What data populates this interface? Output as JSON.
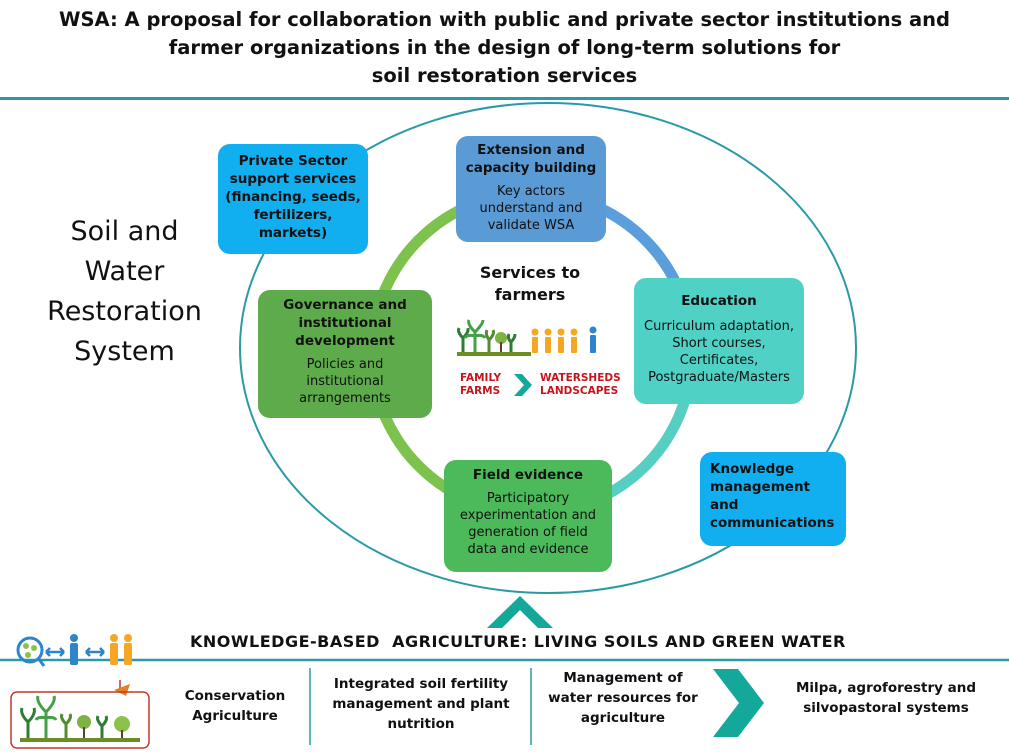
{
  "title": {
    "line1": "WSA: A proposal for collaboration with public and private sector institutions and",
    "line2": "farmer organizations in the design of long-term solutions for",
    "line3": "soil restoration services"
  },
  "system_label": {
    "line1": "Soil and",
    "line2": "Water",
    "line3": "Restoration",
    "line4": "System"
  },
  "private_sector": {
    "lines": [
      "Private Sector",
      "support services",
      "(financing, seeds,",
      "fertilizers,",
      "markets)"
    ]
  },
  "extension": {
    "heading": [
      "Extension and",
      "capacity building"
    ],
    "body": [
      "Key actors",
      "understand and",
      "validate WSA"
    ]
  },
  "education": {
    "heading": "Education",
    "body": [
      "Curriculum adaptation,",
      "Short courses,",
      "Certificates,",
      "Postgraduate/Masters"
    ]
  },
  "governance": {
    "heading": [
      "Governance and",
      "institutional",
      "development"
    ],
    "body": [
      "Policies and",
      "institutional",
      "arrangements"
    ]
  },
  "field_evidence": {
    "heading": "Field evidence",
    "body": [
      "Participatory",
      "experimentation and",
      "generation of field",
      "data and evidence"
    ]
  },
  "knowledge": {
    "lines": [
      "Knowledge",
      "management",
      "and",
      "communications"
    ]
  },
  "center": {
    "title": [
      "Services to",
      "farmers"
    ],
    "left_label": [
      "FAMILY",
      "FARMS"
    ],
    "right_label": [
      "WATERSHEDS",
      "LANDSCAPES"
    ]
  },
  "kba_title": "KNOWLEDGE-BASED  AGRICULTURE: LIVING SOILS AND GREEN WATER",
  "bottom_items": [
    {
      "lines": [
        "Conservation",
        "Agriculture"
      ]
    },
    {
      "lines": [
        "Integrated soil fertility",
        "management and plant",
        "nutrition"
      ]
    },
    {
      "lines": [
        "Management of",
        "water resources for",
        "agriculture"
      ]
    },
    {
      "lines": [
        "Milpa, agroforestry and",
        "silvopastoral systems"
      ]
    }
  ],
  "colors": {
    "teal_rule": "#2a9aa6",
    "cyan_box": "#11aef0",
    "extension_box": "#5b9bd5",
    "education_box": "#4fd1c5",
    "governance_box": "#5dab4a",
    "field_box": "#4cba5a",
    "label_red": "#c4161c"
  },
  "icons": [
    "farm-and-people-icon",
    "people-exchange-icon",
    "crop-field-icon",
    "chevron-right-icon",
    "up-chevron-icon"
  ]
}
